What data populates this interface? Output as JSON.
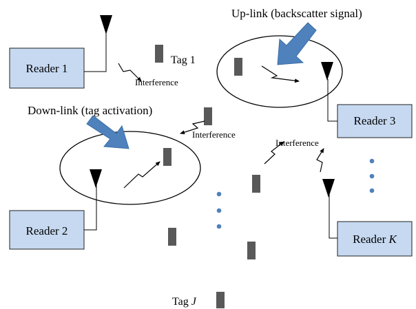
{
  "readers": {
    "r1": "Reader 1",
    "r2": "Reader 2",
    "r3": "Reader 3",
    "rk_prefix": "Reader ",
    "rk_var": "K"
  },
  "tags": {
    "tag1": "Tag 1",
    "tagj_prefix": "Tag ",
    "tagj_var": "J"
  },
  "links": {
    "uplink": "Up-link (backscatter signal)",
    "downlink": "Down-link (tag activation)"
  },
  "interference": {
    "label1": "Interference",
    "label2": "Interference",
    "label3": "Interference"
  },
  "colors": {
    "reader_fill": "#c6d9f1",
    "tag_fill": "#595959",
    "arrow_fill": "#4f81bd",
    "dot_fill": "#4f81bd"
  }
}
